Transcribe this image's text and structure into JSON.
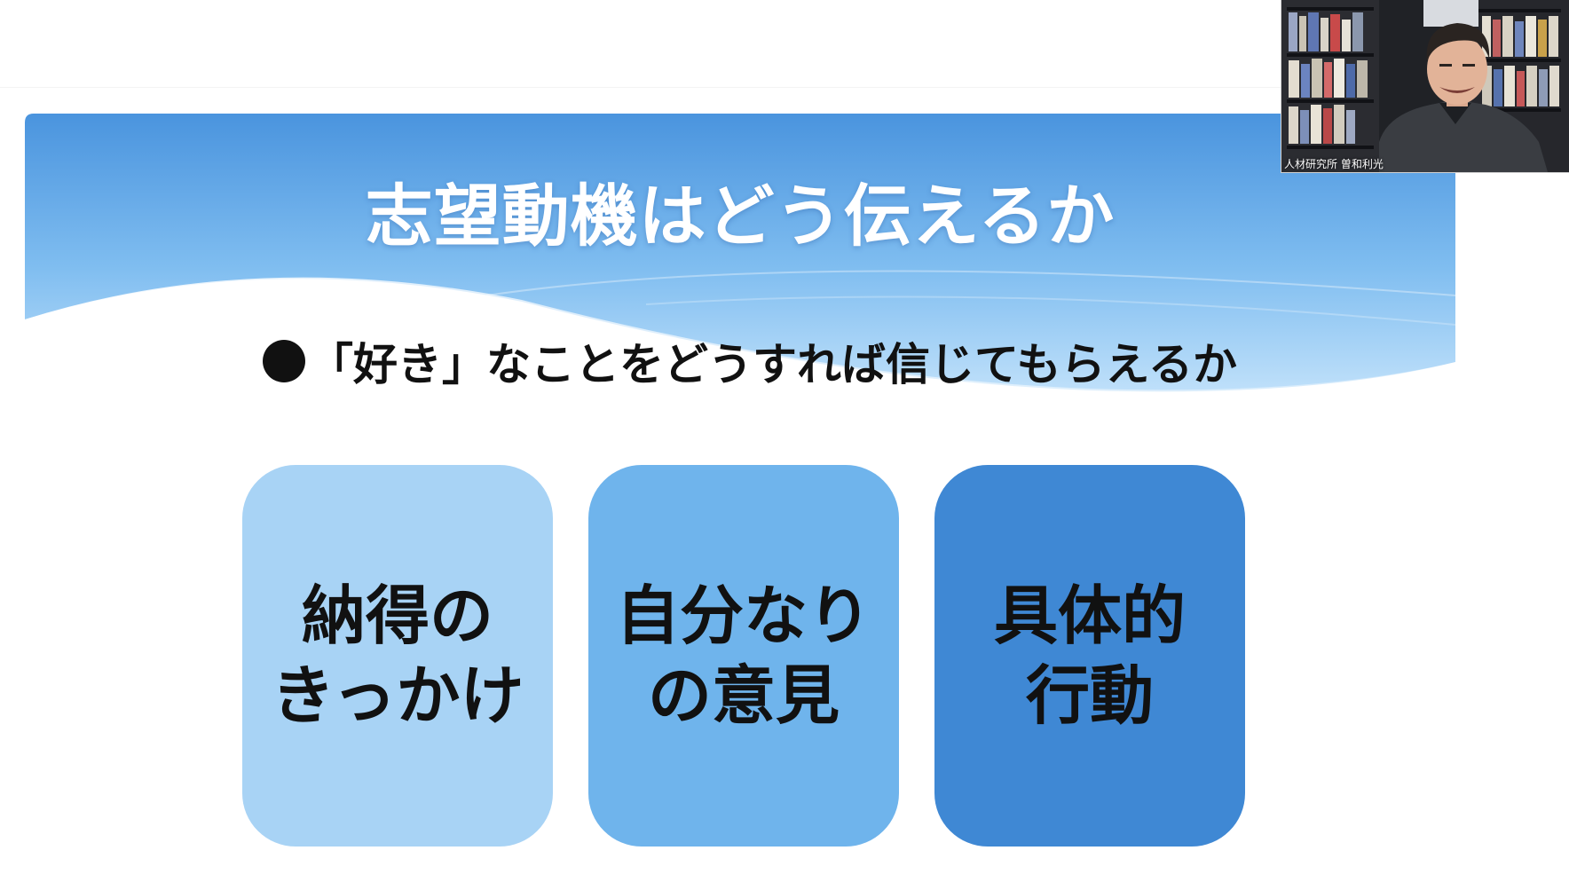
{
  "slide": {
    "title": "志望動機はどう伝えるか",
    "bullet": "「好き」なことをどうすれば信じてもらえるか",
    "boxes": [
      {
        "lines": [
          "納得の",
          "きっかけ"
        ],
        "color": "#a8d3f5"
      },
      {
        "lines": [
          "自分なり",
          "の意見"
        ],
        "color": "#6fb4ec"
      },
      {
        "lines": [
          "具体的",
          "行動"
        ],
        "color": "#3f88d4"
      }
    ],
    "banner_colors": {
      "top": "#4a94de",
      "bottom": "#bfe0fa"
    }
  },
  "webcam": {
    "participant_label": "人材研究所 曽和利光"
  }
}
